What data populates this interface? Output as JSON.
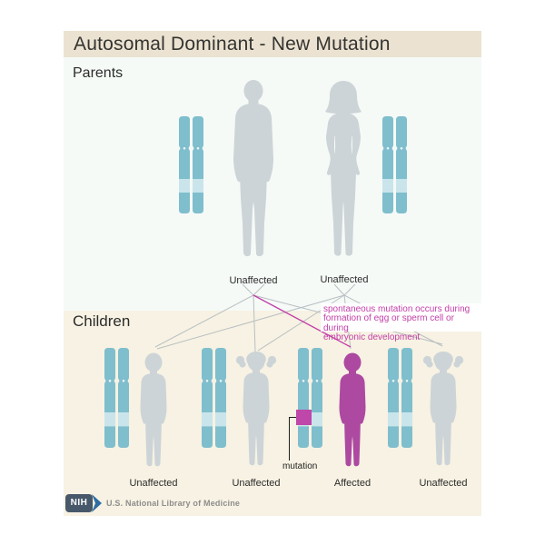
{
  "title": "Autosomal Dominant - New Mutation",
  "sections": {
    "parents_label": "Parents",
    "children_label": "Children"
  },
  "parents": [
    {
      "sex": "male",
      "status": "Unaffected"
    },
    {
      "sex": "female",
      "status": "Unaffected"
    }
  ],
  "children": [
    {
      "sex": "male",
      "status": "Unaffected",
      "affected": false
    },
    {
      "sex": "female",
      "status": "Unaffected",
      "affected": false
    },
    {
      "sex": "male",
      "status": "Affected",
      "affected": true
    },
    {
      "sex": "female",
      "status": "Unaffected",
      "affected": false
    }
  ],
  "annotation": {
    "lines": [
      "spontaneous mutation occurs during",
      "formation of egg or sperm cell or during",
      "embryonic development"
    ]
  },
  "mutation_label": "mutation",
  "footer": {
    "logo_text": "NIH",
    "org_text": "U.S. National Library of Medicine"
  },
  "colors": {
    "title_bar_bg": "#ebe2d1",
    "title_text": "#343431",
    "parents_bg": "#f5faf7",
    "children_bg": "#f7f2e3",
    "chromosome": "#7fbecd",
    "chromosome_band": "#c9e5eb",
    "silhouette": "#cdd4d7",
    "affected": "#ad49a1",
    "mutation_square": "#bf47a9",
    "annotation_text": "#c33ea8",
    "tree_line": "#b9bfc2",
    "pointer_line": "#1f1f1f",
    "label_text": "#2c2c2c",
    "nih_bg": "#47586a",
    "nih_chevron": "#2e6da4",
    "org_text": "#8d8d8d"
  }
}
